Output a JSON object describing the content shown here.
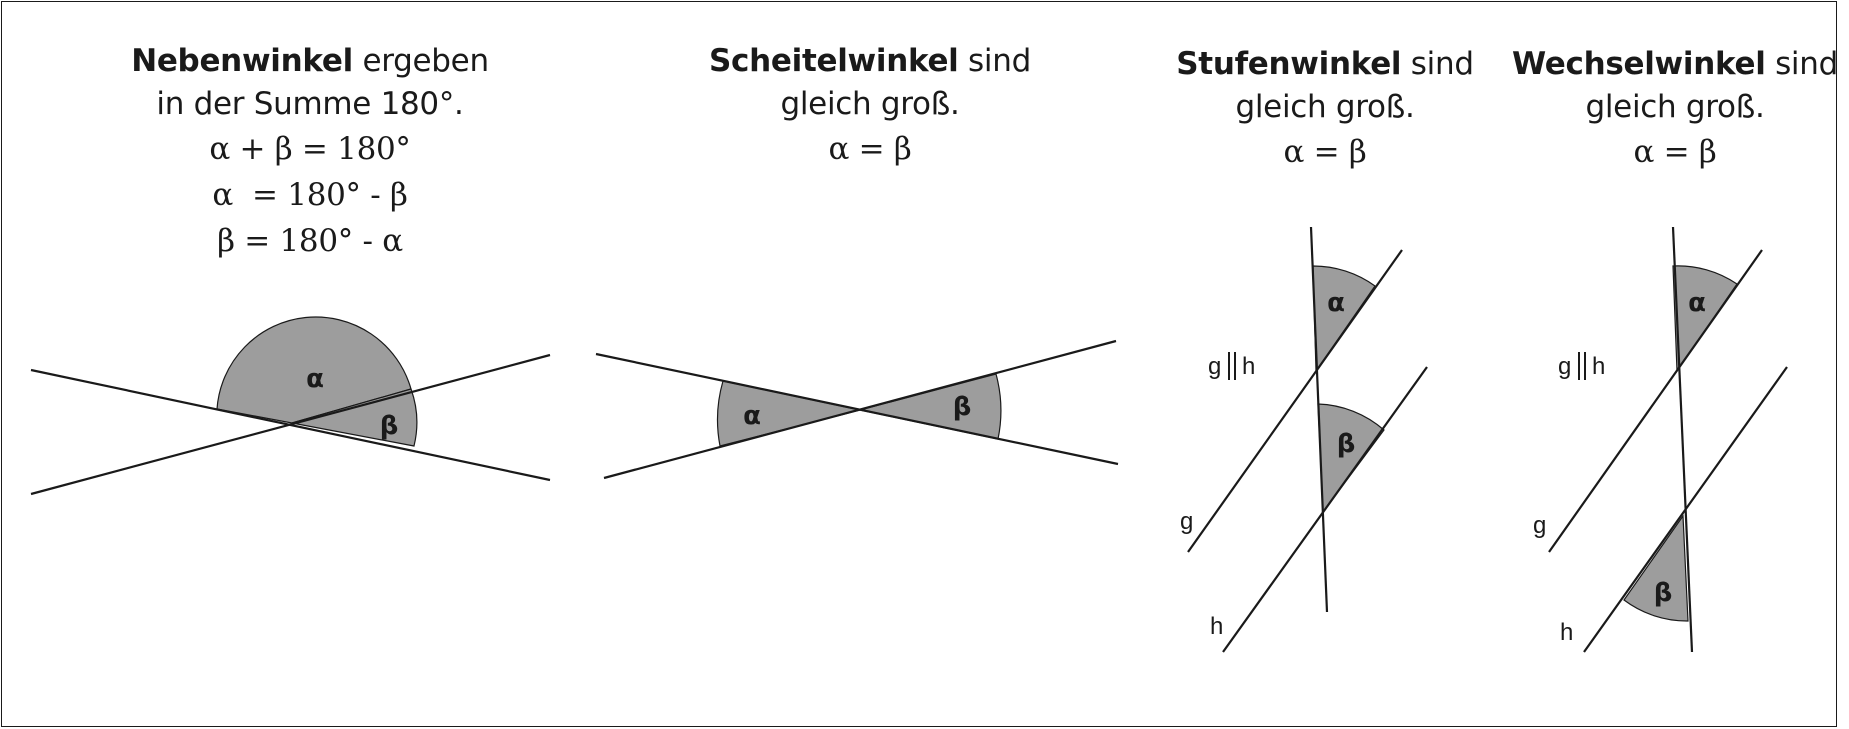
{
  "panels": {
    "neben": {
      "title_bold": "Nebenwinkel",
      "title_rest": " ergeben",
      "title_line2": "in der Summe 180°.",
      "formulas": [
        "α + β = 180°",
        "α  = 180° - β",
        "β = 180° - α"
      ],
      "angle_alpha": "α",
      "angle_beta": "β"
    },
    "scheitel": {
      "title_bold": "Scheitelwinkel",
      "title_rest": " sind",
      "title_line2": "gleich groß.",
      "formula": "α = β",
      "angle_alpha": "α",
      "angle_beta": "β"
    },
    "stufen": {
      "title_bold": "Stufenwinkel",
      "title_rest": " sind",
      "title_line2": "gleich groß.",
      "formula": "α = β",
      "angle_alpha": "α",
      "angle_beta": "β",
      "parallel_label": "g||h",
      "label_g": "g",
      "label_h": "h"
    },
    "wechsel": {
      "title_bold": "Wechselwinkel",
      "title_rest": " sind",
      "title_line2": "gleich groß.",
      "formula": "α = β",
      "angle_alpha": "α",
      "angle_beta": "β",
      "parallel_label": "g||h",
      "label_g": "g",
      "label_h": "h"
    }
  },
  "colors": {
    "angle_fill": "#9d9d9d",
    "line": "#1a1a1a",
    "background": "#ffffff"
  }
}
